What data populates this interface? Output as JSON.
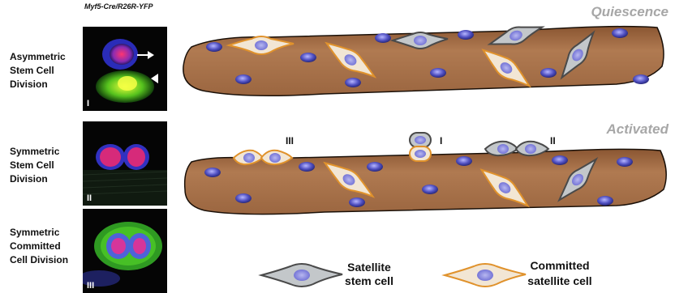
{
  "header": "Myf5-Cre/R26R-YFP",
  "rows": [
    {
      "label": "Asymmetric\nStem Cell\nDivision",
      "panel_num": "I"
    },
    {
      "label": "Symmetric\nStem Cell\nDivision",
      "panel_num": "II"
    },
    {
      "label": "Symmetric\nCommitted\nCell Division",
      "panel_num": "III"
    }
  ],
  "states": {
    "quiescence": "Quiescence",
    "activated": "Activated"
  },
  "division_labels": {
    "one": "I",
    "two": "II",
    "three": "III"
  },
  "legend": {
    "satellite_line1": "Satellite",
    "satellite_line2": "stem cell",
    "committed_line1": "Committed",
    "committed_line2": "satellite cell"
  },
  "colors": {
    "fiber": "#a8714a",
    "satellite_stem": "#b9bdc0",
    "committed": "#e89a3a",
    "nucleus": "#4c4cb2",
    "title_gray": "#a7a7a7"
  }
}
